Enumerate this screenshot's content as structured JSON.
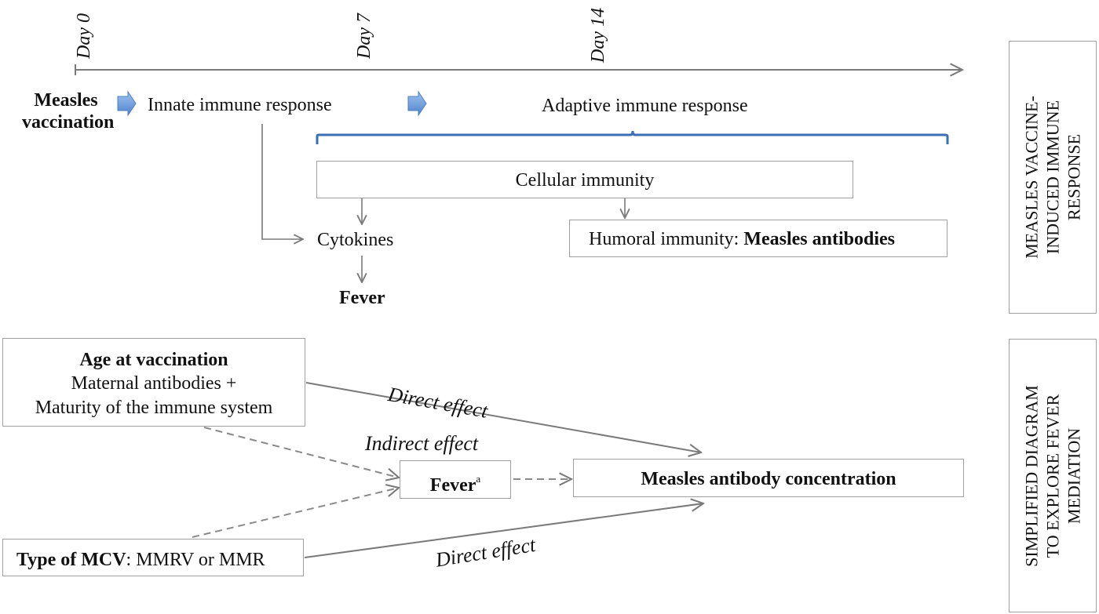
{
  "timeline": {
    "day0": "Day 0",
    "day7": "Day 7",
    "day14": "Day 14"
  },
  "top": {
    "vaccination_line1": "Measles",
    "vaccination_line2": "vaccination",
    "innate": "Innate immune response",
    "adaptive": "Adaptive immune response",
    "cellular": "Cellular immunity",
    "cytokines": "Cytokines",
    "humoral_prefix": "Humoral immunity: ",
    "humoral_bold": "Measles antibodies",
    "fever": "Fever"
  },
  "bottom": {
    "age_title": "Age at vaccination",
    "age_line2": "Maternal antibodies +",
    "age_line3": "Maturity of the immune system",
    "direct_effect_top": "Direct effect",
    "indirect_effect": "Indirect effect",
    "fever": "Fever",
    "fever_sup": "a",
    "antibody_conc": "Measles antibody concentration",
    "mcv_bold": "Type of MCV",
    "mcv_rest": ": MMRV or MMR",
    "direct_effect_bottom": "Direct effect"
  },
  "side_labels": {
    "top_line1": "MEASLES VACCINE-",
    "top_line2": "INDUCED IMMUNE",
    "top_line3": "RESPONSE",
    "bottom_line1": "SIMPLIFIED DIAGRAM",
    "bottom_line2": "TO EXPLORE FEVER",
    "bottom_line3": "MEDIATION"
  },
  "colors": {
    "line": "#7a7a7a",
    "bracket": "#3a6fb5",
    "chevron": "#5b8fd6"
  }
}
